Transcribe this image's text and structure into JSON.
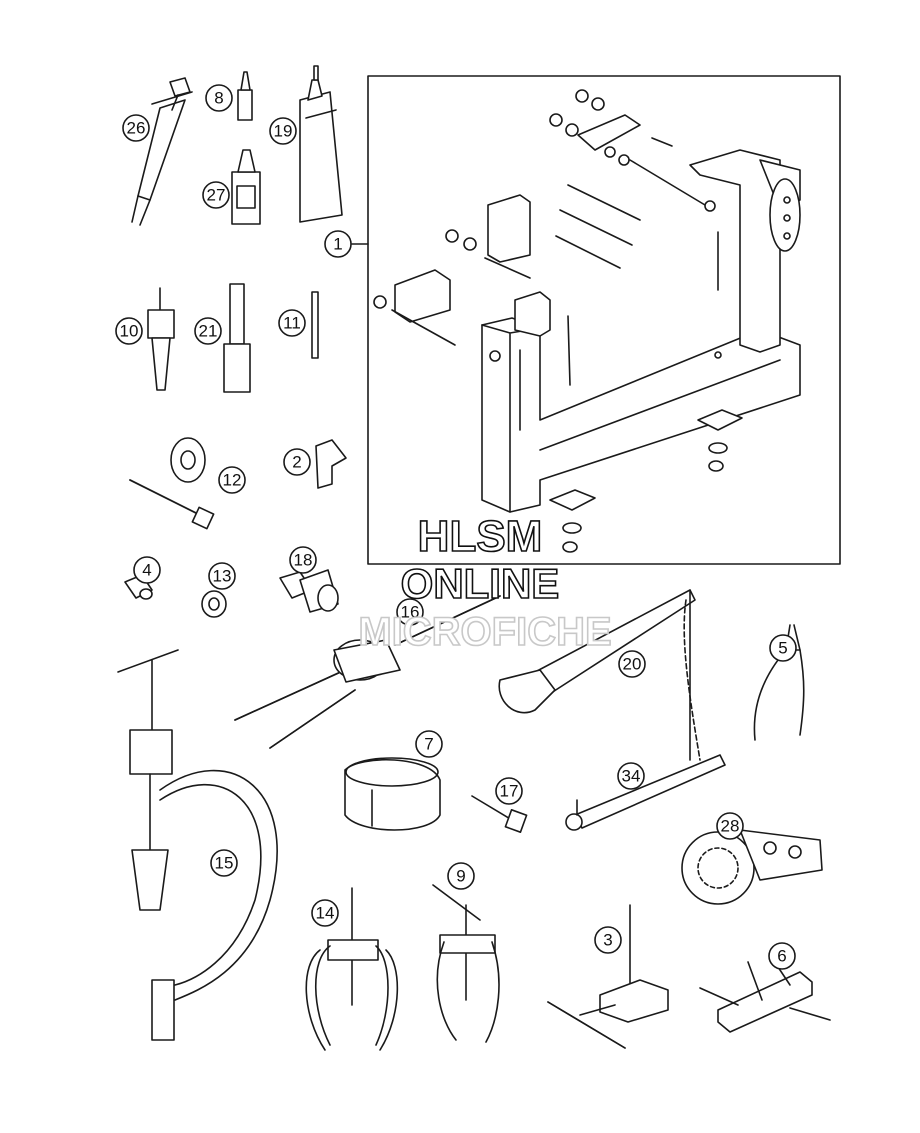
{
  "callouts": [
    {
      "id": "p1",
      "label": "1"
    },
    {
      "id": "p2",
      "label": "2"
    },
    {
      "id": "p3",
      "label": "3"
    },
    {
      "id": "p4",
      "label": "4"
    },
    {
      "id": "p5",
      "label": "5"
    },
    {
      "id": "p6",
      "label": "6"
    },
    {
      "id": "p7",
      "label": "7"
    },
    {
      "id": "p8",
      "label": "8"
    },
    {
      "id": "p9",
      "label": "9"
    },
    {
      "id": "p10",
      "label": "10"
    },
    {
      "id": "p11",
      "label": "11"
    },
    {
      "id": "p12",
      "label": "12"
    },
    {
      "id": "p13",
      "label": "13"
    },
    {
      "id": "p14",
      "label": "14"
    },
    {
      "id": "p15",
      "label": "15"
    },
    {
      "id": "p16",
      "label": "16"
    },
    {
      "id": "p17",
      "label": "17"
    },
    {
      "id": "p18",
      "label": "18"
    },
    {
      "id": "p19",
      "label": "19"
    },
    {
      "id": "p20",
      "label": "20"
    },
    {
      "id": "p21",
      "label": "21"
    },
    {
      "id": "p26",
      "label": "26"
    },
    {
      "id": "p27",
      "label": "27"
    },
    {
      "id": "p28",
      "label": "28"
    },
    {
      "id": "p34",
      "label": "34"
    }
  ],
  "watermark": {
    "line1": "HLSM",
    "line2": "ONLINE",
    "line3": "MICROFICHE"
  }
}
